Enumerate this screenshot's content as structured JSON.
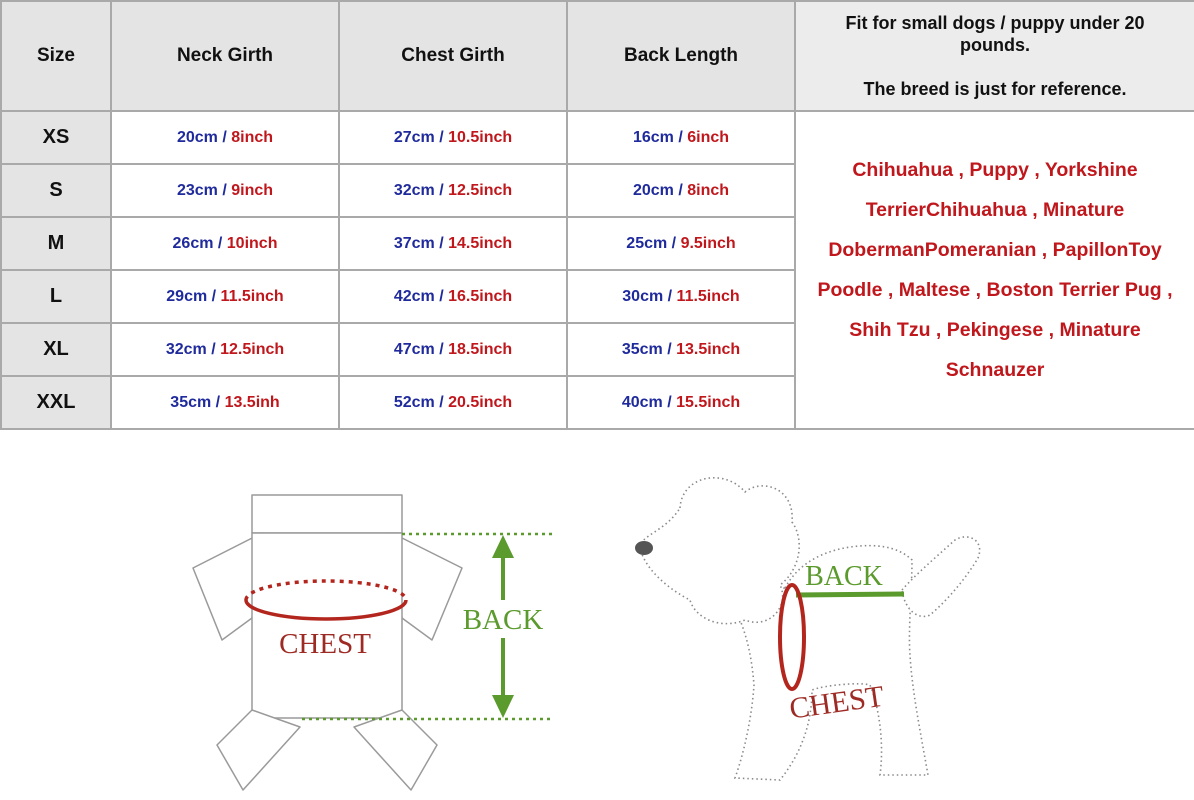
{
  "table": {
    "headers": [
      "Size",
      "Neck Girth",
      "Chest Girth",
      "Back Length"
    ],
    "note_line1": "Fit for small dogs / puppy under 20 pounds.",
    "note_line2": "The breed is just for reference.",
    "separator": " / ",
    "rows": [
      {
        "size": "XS",
        "neck_cm": "20cm",
        "neck_in": "8inch",
        "chest_cm": "27cm",
        "chest_in": "10.5inch",
        "back_cm": "16cm",
        "back_in": "6inch"
      },
      {
        "size": "S",
        "neck_cm": "23cm",
        "neck_in": "9inch",
        "chest_cm": "32cm",
        "chest_in": "12.5inch",
        "back_cm": "20cm",
        "back_in": "8inch"
      },
      {
        "size": "M",
        "neck_cm": "26cm",
        "neck_in": "10inch",
        "chest_cm": "37cm",
        "chest_in": "14.5inch",
        "back_cm": "25cm",
        "back_in": "9.5inch"
      },
      {
        "size": "L",
        "neck_cm": "29cm",
        "neck_in": "11.5inch",
        "chest_cm": "42cm",
        "chest_in": "16.5inch",
        "back_cm": "30cm",
        "back_in": "11.5inch"
      },
      {
        "size": "XL",
        "neck_cm": "32cm",
        "neck_in": "12.5inch",
        "chest_cm": "47cm",
        "chest_in": "18.5inch",
        "back_cm": "35cm",
        "back_in": "13.5inch"
      },
      {
        "size": "XXL",
        "neck_cm": "35cm",
        "neck_in": "13.5inh",
        "chest_cm": "52cm",
        "chest_in": "20.5inch",
        "back_cm": "40cm",
        "back_in": "15.5inch"
      }
    ],
    "breeds": "Chihuahua , Puppy , Yorkshine TerrierChihuahua , Minature DobermanPomeranian , PapillonToy Poodle , Maltese , Boston Terrier Pug , Shih Tzu , Pekingese , Minature Schnauzer"
  },
  "diagram": {
    "shirt_chest_label": "CHEST",
    "shirt_back_label": "BACK",
    "dog_back_label": "BACK",
    "dog_chest_label": "CHEST"
  },
  "colors": {
    "cm_blue": "#1f2a9c",
    "inch_red": "#c0171c",
    "header_gray": "#e4e4e4",
    "border_gray": "#a9a9a9",
    "measure_green": "#5b9a2c",
    "chest_red": "#b3261e"
  }
}
